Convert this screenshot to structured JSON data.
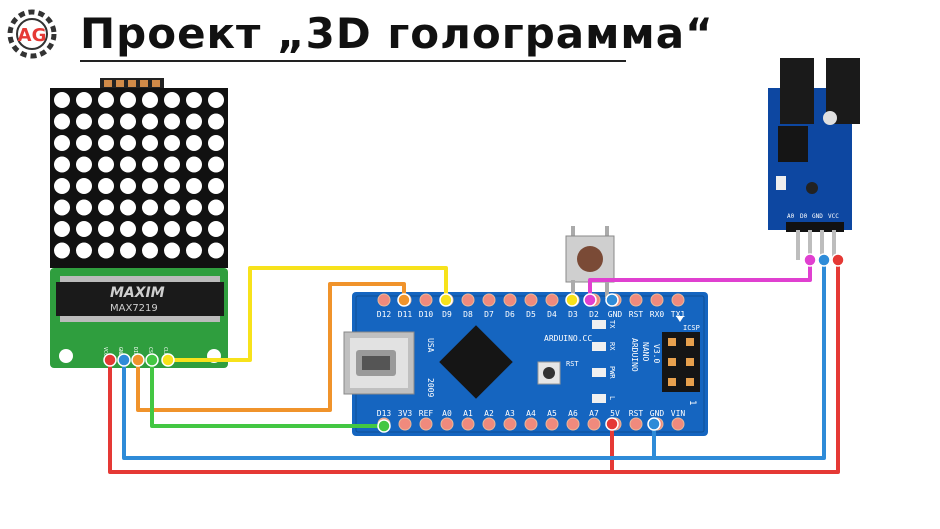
{
  "title": "Проект „3D голограмма“",
  "logo": {
    "text": "AG"
  },
  "colors": {
    "matrix_board": "#2f9e3e",
    "nano_board": "#1565c0",
    "sensor_board": "#0d47a1",
    "wire_red": "#e53935",
    "wire_blue": "#2e8bd8",
    "wire_orange": "#f0932b",
    "wire_yellow": "#f7e21b",
    "wire_green": "#43c743",
    "wire_magenta": "#e040d0"
  },
  "matrix": {
    "chip_brand": "MAXIM",
    "chip_model": "MAX7219",
    "pins": [
      "VCC",
      "GND",
      "DIN",
      "CS",
      "CLK"
    ]
  },
  "nano": {
    "top_pins": [
      "D12",
      "D11",
      "D10",
      "D9",
      "D8",
      "D7",
      "D6",
      "D5",
      "D4",
      "D3",
      "D2",
      "GND",
      "RST",
      "RX0",
      "TX1"
    ],
    "bottom_pins": [
      "D13",
      "3V3",
      "REF",
      "A0",
      "A1",
      "A2",
      "A3",
      "A4",
      "A5",
      "A6",
      "A7",
      "5V",
      "RST",
      "GND",
      "VIN"
    ],
    "usb_label": "USA",
    "year": "2009",
    "brand": "ARDUINO.CC",
    "name_lines": [
      "ARDUINO",
      "NANO",
      "V3.0"
    ],
    "led_labels": [
      "TX",
      "RX",
      "PWR",
      "L"
    ],
    "rst_label": "RST",
    "icsp_label": "ICSP",
    "icsp_num": "1"
  },
  "sensor": {
    "pins": [
      "A0",
      "D0",
      "GND",
      "VCC"
    ]
  }
}
